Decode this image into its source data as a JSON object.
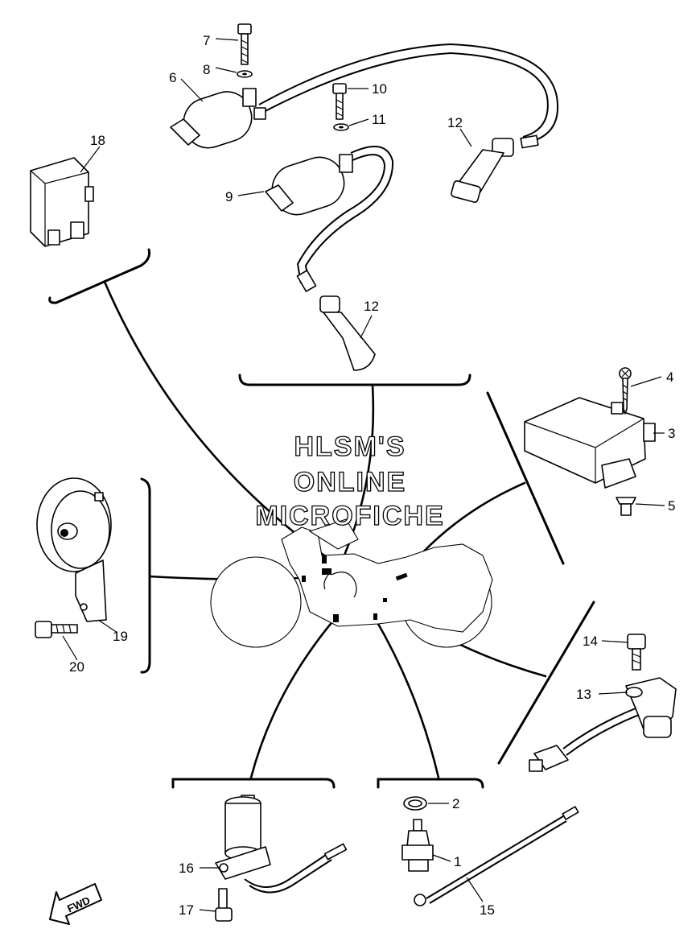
{
  "watermark": {
    "line1": "HLSM'S",
    "line2": "ONLINE",
    "line3": "MICROFICHE"
  },
  "fwd_label": "FWD",
  "callouts": {
    "c1": "1",
    "c2": "2",
    "c3": "3",
    "c4": "4",
    "c5": "5",
    "c6": "6",
    "c7": "7",
    "c8": "8",
    "c9": "9",
    "c10": "10",
    "c11": "11",
    "c12a": "12",
    "c12b": "12",
    "c13": "13",
    "c14": "14",
    "c15": "15",
    "c16": "16",
    "c17": "17",
    "c18": "18",
    "c19": "19",
    "c20": "20"
  }
}
